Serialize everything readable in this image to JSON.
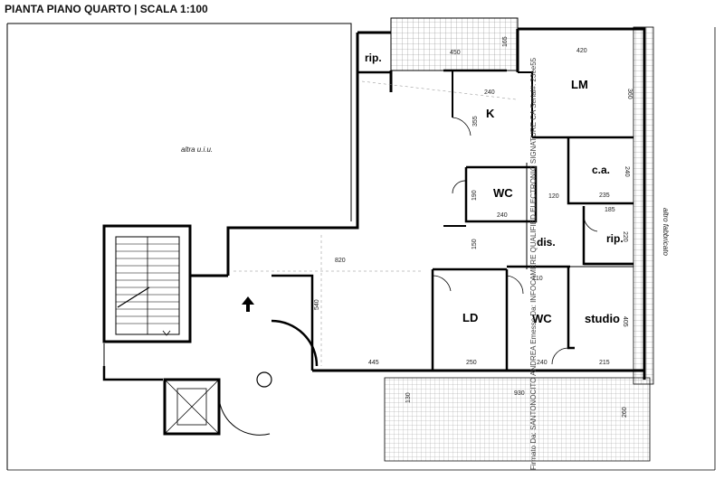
{
  "header": {
    "title": "PIANTA PIANO QUARTO | SCALA 1:100"
  },
  "colors": {
    "wall": "#000000",
    "hatch": "#8a8a8a",
    "background": "#ffffff"
  },
  "notes": {
    "left_unit": "altra u.i.u.",
    "right_building": "altro fabbricato"
  },
  "signature": "Firmato Da: SANTONOCITO ANDREA Emesso Da: INFOCAMERE QUALIFIED ELECTRONIC SIGNATURE CA Serial#: 23ee55",
  "rooms": {
    "rip_top": "rip.",
    "lm": "LM",
    "k": "K",
    "ca": "c.a.",
    "wc_upper": "WC",
    "dis": "dis.",
    "rip_right": "rip.",
    "ld": "LD",
    "wc_lower": "WC",
    "studio": "studio"
  },
  "dimensions": {
    "d450": "450",
    "d165": "165",
    "d420": "420",
    "d240_k": "240",
    "d360": "360",
    "d355": "355",
    "d240_ca": "240",
    "d235": "235",
    "d190": "190",
    "d120": "120",
    "d240_wc": "240",
    "d185": "185",
    "d220": "220",
    "d150": "150",
    "d820": "820",
    "d540": "540",
    "d210": "210",
    "d405": "405",
    "d445": "445",
    "d250": "250",
    "d240_wc2": "240",
    "d215": "215",
    "d930": "930",
    "d130": "130",
    "d260": "260"
  }
}
